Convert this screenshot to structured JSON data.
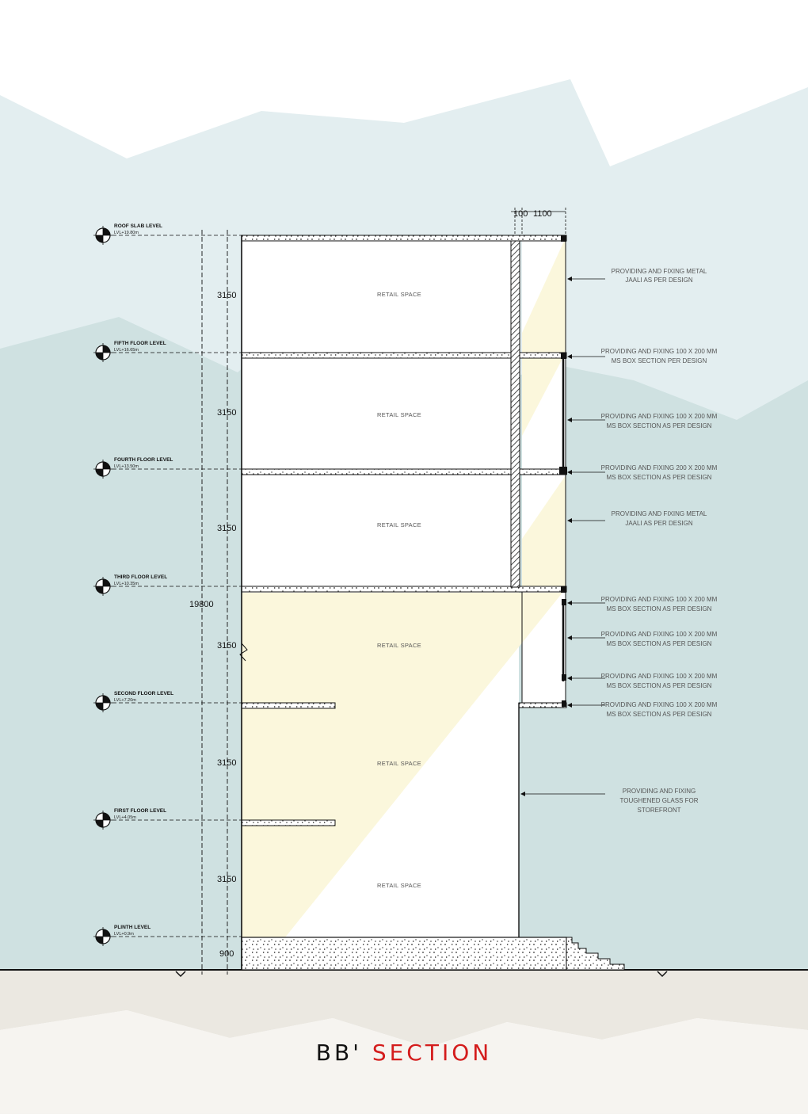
{
  "levels": [
    {
      "name": "ROOF SLAB LEVEL",
      "value": "LVL+19.80m"
    },
    {
      "name": "FIFTH FLOOR LEVEL",
      "value": "LVL+16.65m"
    },
    {
      "name": "FOURTH FLOOR LEVEL",
      "value": "LVL+13.50m"
    },
    {
      "name": "THIRD FLOOR LEVEL",
      "value": "LVL+10.35m"
    },
    {
      "name": "SECOND FLOOR LEVEL",
      "value": "LVL+7.20m"
    },
    {
      "name": "FIRST FLOOR LEVEL",
      "value": "LVL+4.05m"
    },
    {
      "name": "PLINTH LEVEL",
      "value": "LVL+0.9m"
    }
  ],
  "dimensions": {
    "floors": [
      "3150",
      "3150",
      "3150",
      "3150",
      "3150",
      "3150"
    ],
    "plinth": "900",
    "total": "19800",
    "top_left": "100",
    "top_right": "1100"
  },
  "spaces": [
    "RETAIL SPACE",
    "RETAIL SPACE",
    "RETAIL SPACE",
    "RETAIL SPACE",
    "RETAIL SPACE",
    "RETAIL SPACE"
  ],
  "notes": [
    {
      "line1": "PROVIDING AND FIXING METAL",
      "line2": "JAALI AS PER DESIGN"
    },
    {
      "line1": "PROVIDING AND FIXING 100 X 200 MM",
      "line2": "MS BOX SECTION PER DESIGN"
    },
    {
      "line1": "PROVIDING AND FIXING 100 X 200 MM",
      "line2": "MS BOX SECTION AS PER DESIGN"
    },
    {
      "line1": "PROVIDING AND FIXING 200 X 200 MM",
      "line2": "MS BOX SECTION AS PER DESIGN"
    },
    {
      "line1": "PROVIDING AND FIXING METAL",
      "line2": "JAALI AS PER DESIGN"
    },
    {
      "line1": "PROVIDING AND FIXING 100 X 200 MM",
      "line2": "MS BOX SECTION AS PER DESIGN"
    },
    {
      "line1": "PROVIDING AND FIXING 100 X 200 MM",
      "line2": "MS BOX SECTION AS PER DESIGN"
    },
    {
      "line1": "PROVIDING AND FIXING 100 X 200 MM",
      "line2": "MS BOX SECTION AS PER DESIGN"
    },
    {
      "line1": "PROVIDING AND FIXING 100 X 200 MM",
      "line2": "MS BOX SECTION AS PER DESIGN"
    },
    {
      "line1": "PROVIDING AND FIXING",
      "line2": "TOUGHENED GLASS FOR",
      "line3": "STOREFRONT"
    }
  ],
  "title": {
    "part1": "BB'",
    "part2": "SECTION"
  },
  "colors": {
    "sky_light": "#e3eef0",
    "sky_mid": "#cfe1e1",
    "ground": "#ebe8e1",
    "light_cone": "#fbf7dc",
    "title_accent": "#d41c1c"
  }
}
